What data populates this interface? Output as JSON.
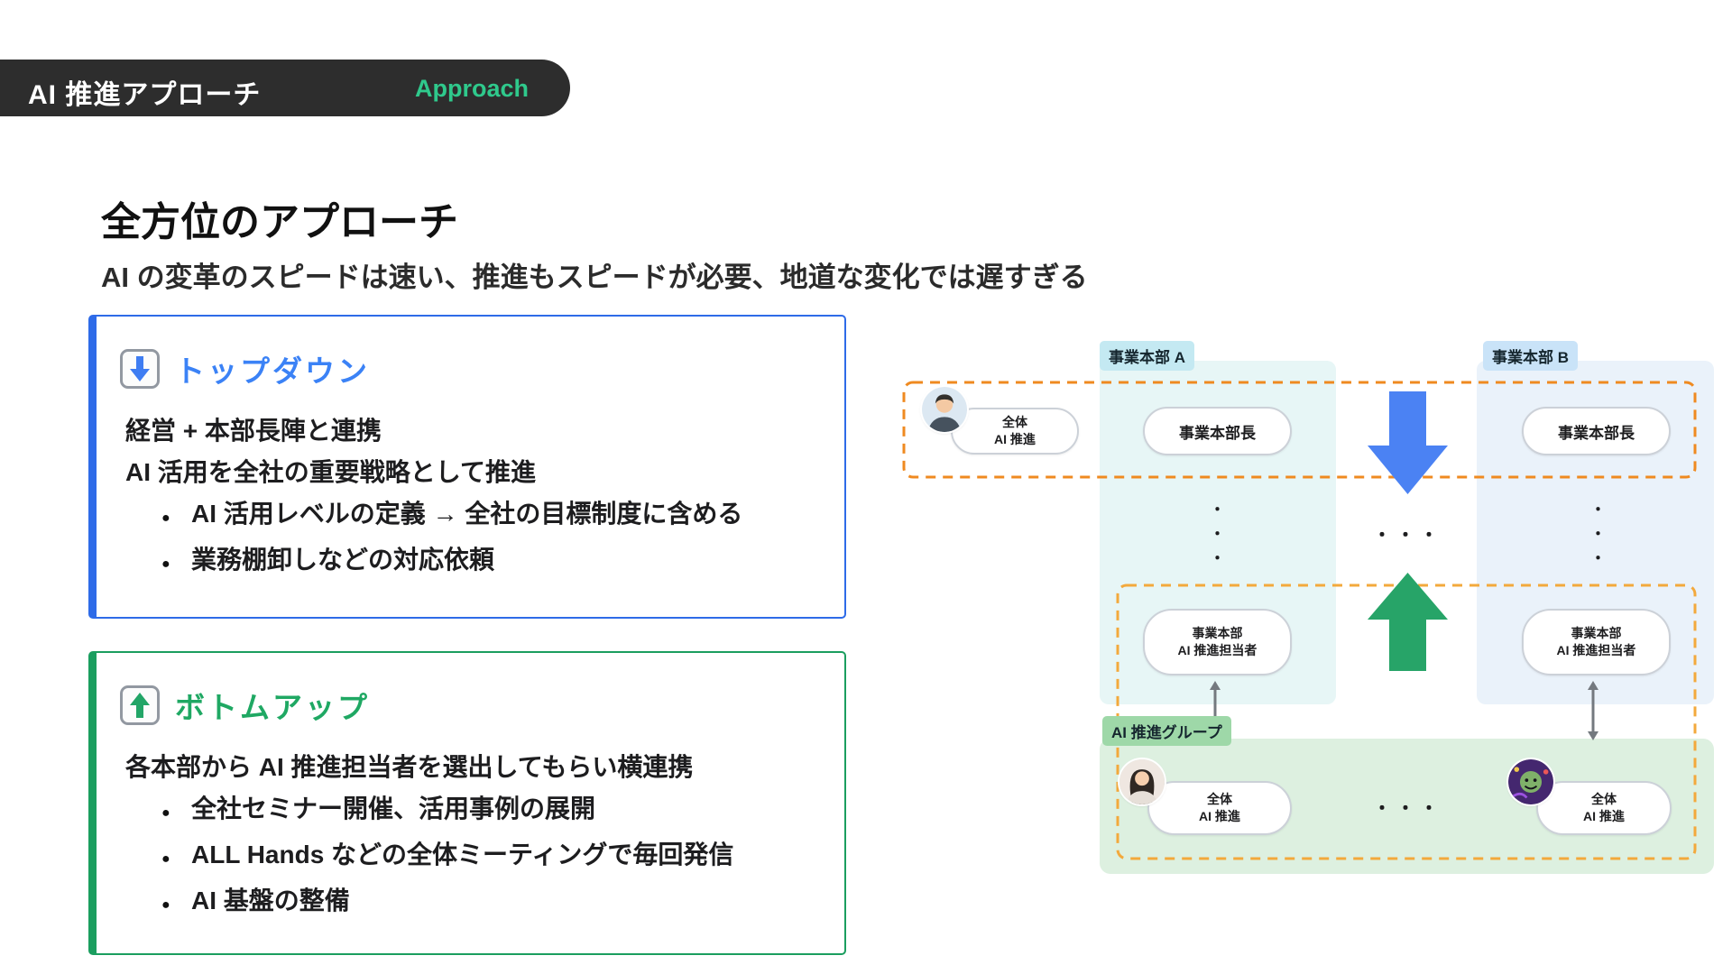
{
  "header": {
    "title": "AI 推進アプローチ",
    "badge": "Approach"
  },
  "intro": {
    "title": "全方位のアプローチ",
    "subtitle": "AI の変革のスピードは速い、推進もスピードが必要、地道な変化では遅すぎる"
  },
  "bullet_char": "●",
  "cards": {
    "topdown": {
      "title": "トップダウン",
      "lines": [
        "経営 + 本部長陣と連携",
        "AI 活用を全社の重要戦略として推進"
      ],
      "bullets": [
        "AI 活用レベルの定義 → 全社の目標制度に含める",
        "業務棚卸しなどの対応依頼"
      ]
    },
    "bottomup": {
      "title": "ボトムアップ",
      "lines": [
        "各本部から AI 推進担当者を選出してもらい横連携"
      ],
      "bullets": [
        "全社セミナー開催、活用事例の展開",
        "ALL Hands などの全体ミーティングで毎回発信",
        "AI 基盤の整備"
      ]
    }
  },
  "diagram": {
    "division_a_label": "事業本部 A",
    "division_b_label": "事業本部 B",
    "promo_group_label": "AI 推進グループ",
    "division_head": "事業本部長",
    "overall": [
      "全体",
      "AI 推進"
    ],
    "division_rep": [
      "事業本部",
      "AI 推進担当者"
    ],
    "dots": "・・・"
  },
  "colors": {
    "header_bg": "#2d2d2d",
    "badge_green": "#2fc98c",
    "accent_blue": "#2e6be8",
    "accent_green": "#1b9e5f",
    "big_arrow_blue": "#4b82f3",
    "big_arrow_green": "#27a468",
    "dashed_orange": "#ef8a20",
    "dashed_yellow": "#f3a93c",
    "panel_a_bg": "#e7f6f6",
    "panel_b_bg": "#eaf2fa",
    "group_panel_bg": "#ddf0e0"
  }
}
